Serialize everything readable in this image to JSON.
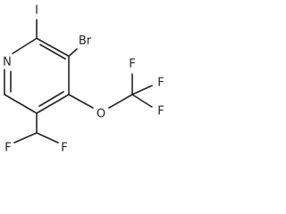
{
  "diagram": {
    "type": "chemical-structure",
    "atoms": [
      {
        "id": "N",
        "label": "N"
      },
      {
        "id": "I",
        "label": "I"
      },
      {
        "id": "Br",
        "label": "Br"
      },
      {
        "id": "O",
        "label": "O"
      },
      {
        "id": "F1",
        "label": "F"
      },
      {
        "id": "F2",
        "label": "F"
      },
      {
        "id": "F3",
        "label": "F"
      },
      {
        "id": "F4",
        "label": "F"
      },
      {
        "id": "F5",
        "label": "F"
      }
    ],
    "colors": {
      "ink": "#222222",
      "background": "#ffffff"
    }
  }
}
